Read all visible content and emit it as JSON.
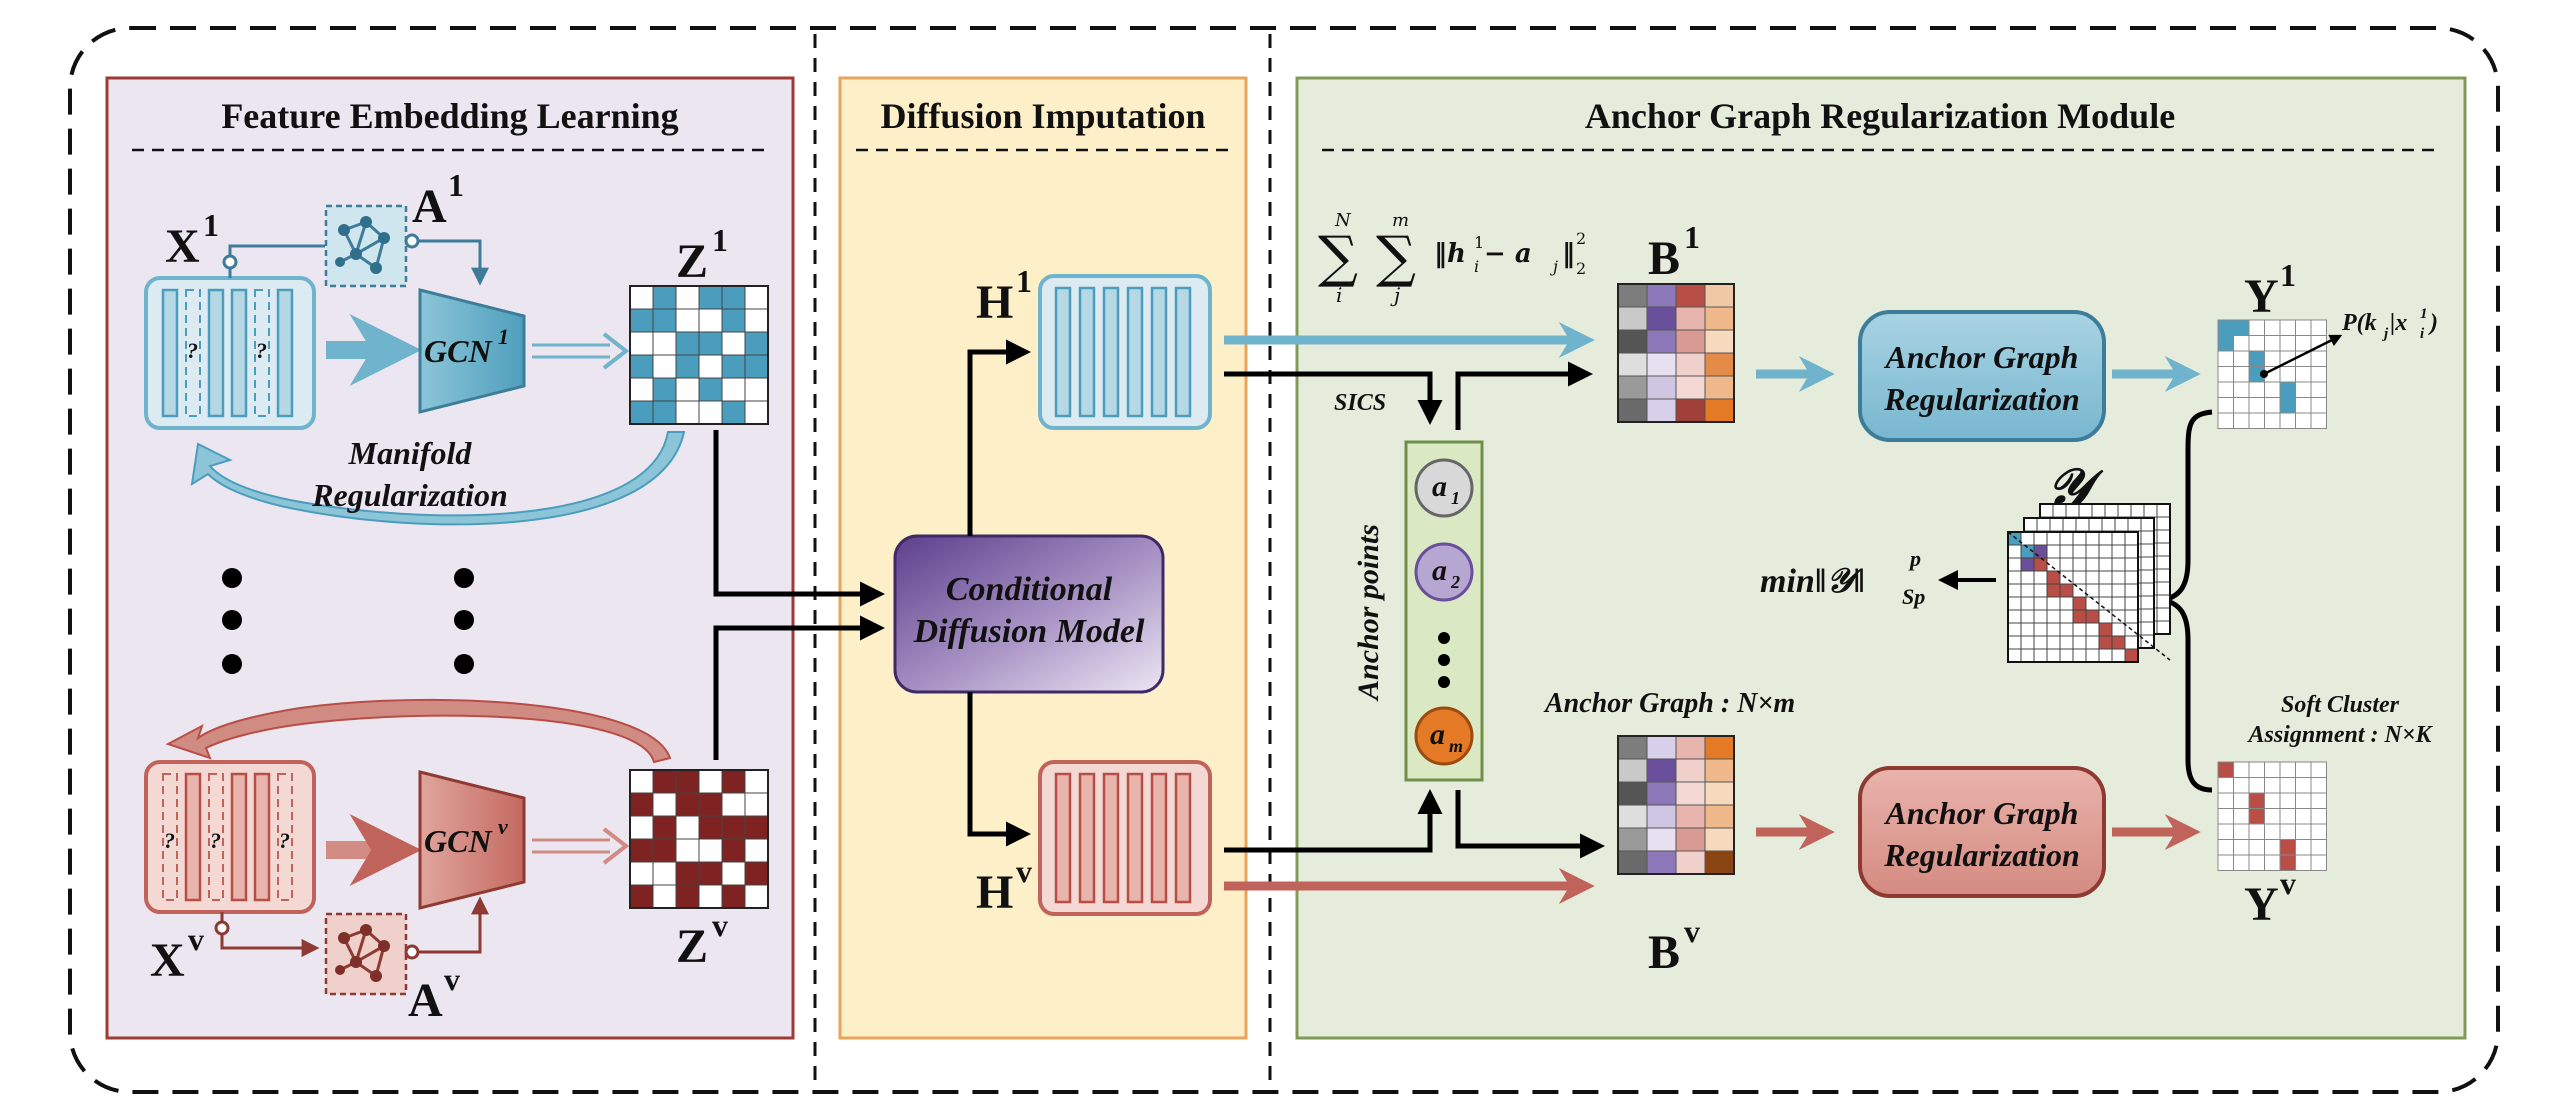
{
  "sections": {
    "feature": "Feature Embedding Learning",
    "diffusion": "Diffusion Imputation",
    "anchor": "Anchor Graph Regularization Module"
  },
  "feature": {
    "x1_base": "X",
    "x1_sup": "1",
    "a1_base": "A",
    "a1_sup": "1",
    "gcn1_base": "GCN",
    "gcn1_sup": "1",
    "z1_base": "Z",
    "z1_sup": "1",
    "xv_base": "X",
    "xv_sup": "v",
    "av_base": "A",
    "av_sup": "v",
    "gcnv_base": "GCN",
    "gcnv_sup": "v",
    "zv_base": "Z",
    "zv_sup": "v",
    "missing_mark": "?",
    "manifold_line1": "Manifold",
    "manifold_line2": "Regularization"
  },
  "diffusion": {
    "h1_base": "H",
    "h1_sup": "1",
    "hv_base": "H",
    "hv_sup": "v",
    "model_line1": "Conditional",
    "model_line2": "Diffusion Model"
  },
  "anchor": {
    "sum_formula_top_n": "N",
    "sum_formula_top_m": "m",
    "sum_i": "i",
    "sum_j": "j",
    "formula_body": "‖h",
    "formula_h_sup": "1",
    "formula_h_sub": "i",
    "formula_mid": " − a",
    "formula_a_sub": "j",
    "formula_end": "‖",
    "formula_pow": "2",
    "formula_norm": "2",
    "sics": "SICS",
    "anchor_points": "Anchor points",
    "a1": "a",
    "a1_sub": "1",
    "a2": "a",
    "a2_sub": "2",
    "am": "a",
    "am_sub": "m",
    "anchor_graph_label": "Anchor Graph : N×m",
    "b1_base": "B",
    "b1_sup": "1",
    "bv_base": "B",
    "bv_sup": "v",
    "agr_line1": "Anchor Graph",
    "agr_line2": "Regularization",
    "y1_base": "Y",
    "y1_sup": "1",
    "yv_base": "Y",
    "yv_sup": "v",
    "prob": "P(k",
    "prob_sub": "j",
    "prob_mid": "|x",
    "prob_sup": "1",
    "prob_sub2": "i",
    "prob_end": ")",
    "tensor": "𝒴",
    "min_text": "min‖𝒴‖",
    "min_sup": "p",
    "min_sub": "Sp",
    "soft_line1": "Soft Cluster",
    "soft_line2": "Assignment : N×K"
  },
  "colors": {
    "blue": "#4a9dbd",
    "blue_light": "#cfe6ef",
    "red": "#b84e45",
    "red_light": "#e7b5ae",
    "purple": "#6a4f9a",
    "panel_feature": "#ece6f0",
    "panel_diffusion": "#fdf0c8",
    "panel_anchor": "#e6ecdc"
  }
}
